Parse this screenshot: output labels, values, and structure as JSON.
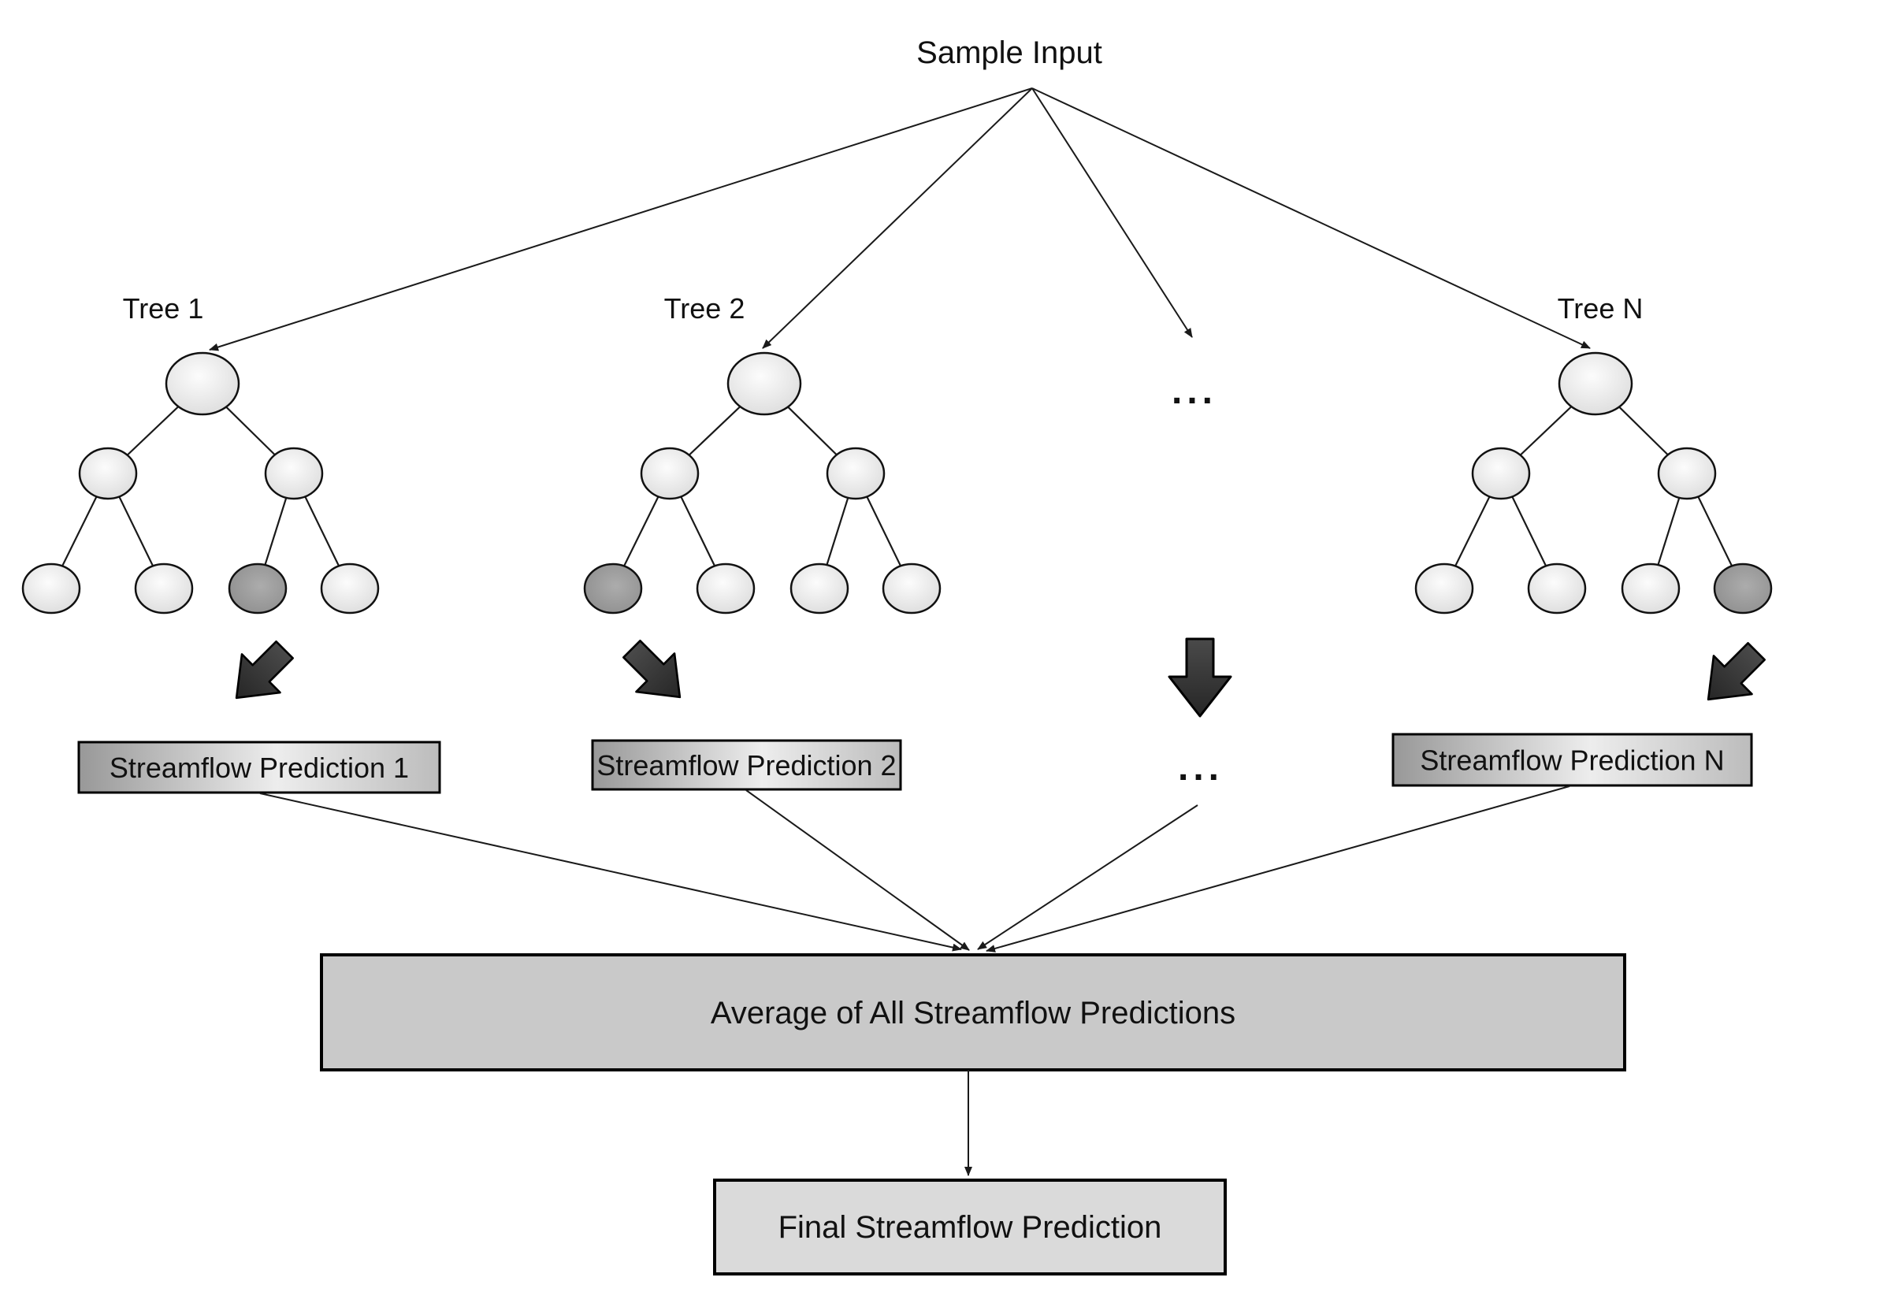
{
  "diagram": {
    "title": "Sample Input",
    "ellipsis": "...",
    "trees": [
      {
        "id": "tree-1",
        "label": "Tree 1",
        "dark_leaf": 2
      },
      {
        "id": "tree-2",
        "label": "Tree 2",
        "dark_leaf": 0
      },
      {
        "id": "tree-n",
        "label": "Tree N",
        "dark_leaf": 3
      }
    ],
    "predictions": [
      "Streamflow Prediction 1",
      "Streamflow Prediction 2",
      "Streamflow Prediction N"
    ],
    "average_label": "Average of All Streamflow Predictions",
    "final_label": "Final Streamflow Prediction",
    "colors": {
      "node_light_center": "#fcfcfc",
      "node_light_edge": "#d9d9d9",
      "node_dark_center": "#acacac",
      "node_dark_edge": "#8a8a8a",
      "block_arrow_top": "#4a4a4a",
      "block_arrow_bottom": "#262626",
      "pred_box_left": "#989898",
      "pred_box_mid": "#ededed",
      "pred_box_right": "#bcbcbc",
      "average_fill": "#c9c9c9",
      "final_fill": "#dadada",
      "stroke": "#000000"
    }
  }
}
